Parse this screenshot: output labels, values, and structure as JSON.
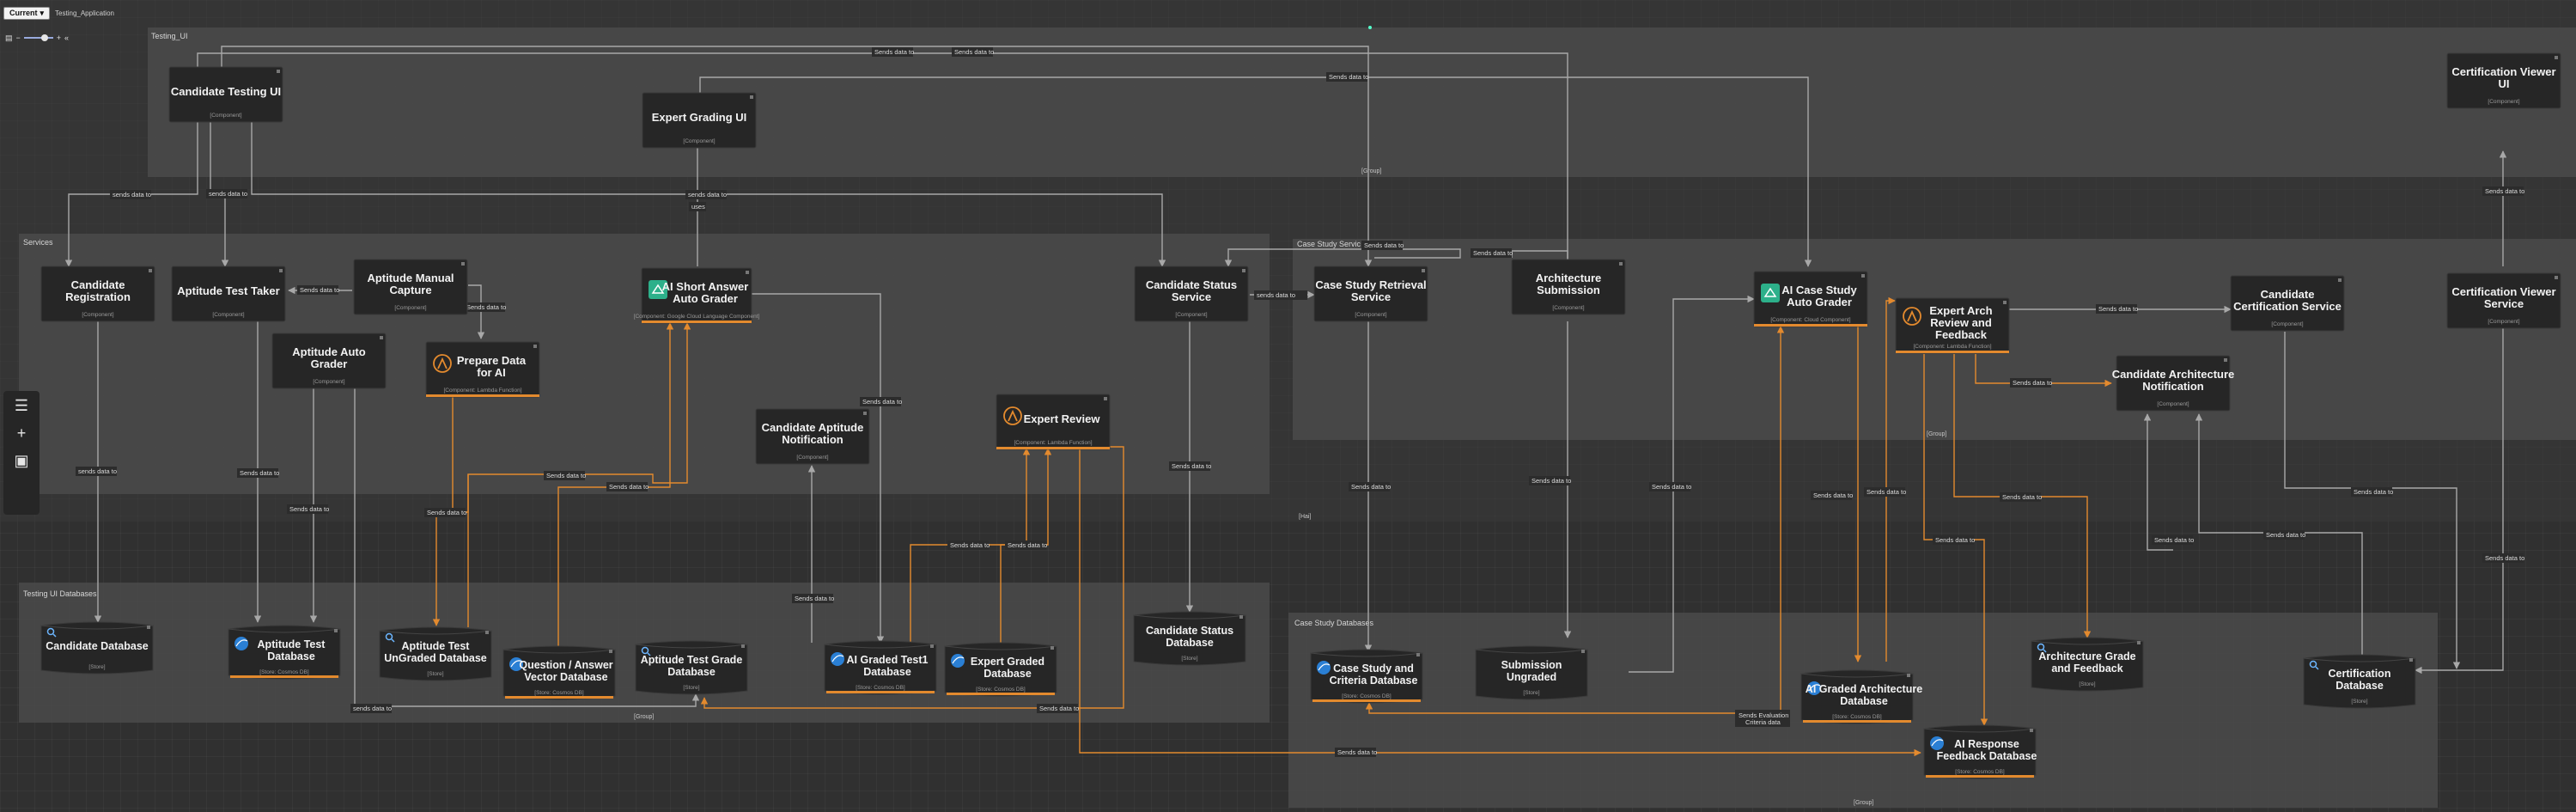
{
  "toolbar": {
    "version_label": "Current",
    "breadcrumb": "Testing_Application",
    "zoom_minus": "−",
    "zoom_plus": "+",
    "zoom_fit": "«"
  },
  "group_label": "[Group]",
  "groups": [
    {
      "id": "testing-ui",
      "title": "Testing_UI",
      "foot": "[Group]"
    },
    {
      "id": "services",
      "title": "Services",
      "foot": ""
    },
    {
      "id": "case-study-service",
      "title": "Case Study Servic",
      "foot": "[Group]"
    },
    {
      "id": "testing-ui-databases",
      "title": "Testing UI Databases",
      "foot": "[Group]"
    },
    {
      "id": "case-study-databases",
      "title": "Case Study Databases",
      "foot": "[Group]"
    },
    {
      "id": "main",
      "title": "",
      "foot": "[Hai]"
    }
  ],
  "nodes": [
    {
      "id": "candidate-testing-ui",
      "title": [
        "Candidate Testing UI"
      ],
      "sub": "[Component]",
      "icon": "none"
    },
    {
      "id": "expert-grading-ui",
      "title": [
        "Expert Grading UI"
      ],
      "sub": "[Component]",
      "icon": "none"
    },
    {
      "id": "certification-viewer-ui",
      "title": [
        "Certification Viewer",
        "UI"
      ],
      "sub": "[Component]",
      "icon": "none"
    },
    {
      "id": "candidate-registration",
      "title": [
        "Candidate",
        "Registration"
      ],
      "sub": "[Component]",
      "icon": "none"
    },
    {
      "id": "aptitude-test-taker",
      "title": [
        "Aptitude Test Taker"
      ],
      "sub": "[Component]",
      "icon": "none"
    },
    {
      "id": "aptitude-manual-capture",
      "title": [
        "Aptitude Manual",
        "Capture"
      ],
      "sub": "[Component]",
      "icon": "none"
    },
    {
      "id": "ai-short-answer-auto-grader",
      "title": [
        "AI Short Answer",
        "Auto Grader"
      ],
      "sub": "[Component: Google Cloud Language Component]",
      "icon": "ai"
    },
    {
      "id": "aptitude-auto-grader",
      "title": [
        "Aptitude Auto",
        "Grader"
      ],
      "sub": "[Component]",
      "icon": "none"
    },
    {
      "id": "prepare-data-for-ai",
      "title": [
        "Prepare  Data",
        "for AI"
      ],
      "sub": "[Component: Lambda Function]",
      "icon": "lambda"
    },
    {
      "id": "candidate-aptitude-notification",
      "title": [
        "Candidate Aptitude",
        "Notification"
      ],
      "sub": "[Component]",
      "icon": "none"
    },
    {
      "id": "expert-review",
      "title": [
        "Expert Review"
      ],
      "sub": "[Component: Lambda Function]",
      "icon": "lambda"
    },
    {
      "id": "candidate-status-service",
      "title": [
        "Candidate Status",
        "Service"
      ],
      "sub": "[Component]",
      "icon": "none"
    },
    {
      "id": "case-study-retrieval-service",
      "title": [
        "Case Study Retrieval",
        "Service"
      ],
      "sub": "[Component]",
      "icon": "none"
    },
    {
      "id": "architecture-submission",
      "title": [
        "Architecture",
        "Submission"
      ],
      "sub": "[Component]",
      "icon": "none"
    },
    {
      "id": "ai-case-study-auto-grader",
      "title": [
        "AI Case Study",
        "Auto Grader"
      ],
      "sub": "[Component: Cloud Component]",
      "icon": "ai"
    },
    {
      "id": "expert-arch-review-and-feedback",
      "title": [
        "Expert  Arch",
        "Review and",
        "Feedback"
      ],
      "sub": "[Component: Lambda Function]",
      "icon": "lambda"
    },
    {
      "id": "candidate-certification-service",
      "title": [
        "Candidate",
        "Certification Service"
      ],
      "sub": "[Component]",
      "icon": "none"
    },
    {
      "id": "candidate-architecture-notification",
      "title": [
        "Candidate Architecture",
        "Notification"
      ],
      "sub": "[Component]",
      "icon": "none"
    },
    {
      "id": "certification-viewer-service",
      "title": [
        "Certification Viewer",
        "Service"
      ],
      "sub": "[Component]",
      "icon": "none"
    }
  ],
  "databases": [
    {
      "id": "candidate-database",
      "title": [
        "Candidate Database"
      ],
      "sub": "[Store]",
      "icon": "search"
    },
    {
      "id": "aptitude-test-database",
      "title": [
        "Aptitude Test",
        "Database"
      ],
      "sub": "[Store: Cosmos DB]",
      "icon": "cosmos"
    },
    {
      "id": "aptitude-test-ungraded-database",
      "title": [
        "Aptitude Test",
        "UnGraded Database"
      ],
      "sub": "[Store]",
      "icon": "search"
    },
    {
      "id": "question-answer-vector-database",
      "title": [
        "Question / Answer",
        "Vector Database"
      ],
      "sub": "[Store: Cosmos DB]",
      "icon": "cosmos"
    },
    {
      "id": "aptitude-test-grade-database",
      "title": [
        "Aptitude Test Grade",
        "Database"
      ],
      "sub": "[Store]",
      "icon": "search"
    },
    {
      "id": "ai-graded-test1-database",
      "title": [
        "AI Graded Test1",
        "Database"
      ],
      "sub": "[Store: Cosmos DB]",
      "icon": "cosmos"
    },
    {
      "id": "expert-graded-database",
      "title": [
        "Expert Graded",
        "Database"
      ],
      "sub": "[Store: Cosmos DB]",
      "icon": "cosmos"
    },
    {
      "id": "candidate-status-database",
      "title": [
        "Candidate Status",
        "Database"
      ],
      "sub": "[Store]",
      "icon": "none"
    },
    {
      "id": "case-study-and-criteria-database",
      "title": [
        "Case Study and",
        "Criteria Database"
      ],
      "sub": "[Store: Cosmos DB]",
      "icon": "cosmos"
    },
    {
      "id": "submission-ungraded",
      "title": [
        "Submission",
        "Ungraded"
      ],
      "sub": "[Store]",
      "icon": "none"
    },
    {
      "id": "ai-graded-architecture-database",
      "title": [
        "AI Graded Architecture",
        "Database"
      ],
      "sub": "[Store: Cosmos DB]",
      "icon": "cosmos"
    },
    {
      "id": "architecture-grade-and-feedback",
      "title": [
        "Architecture Grade",
        "and Feedback"
      ],
      "sub": "[Store]",
      "icon": "search"
    },
    {
      "id": "ai-response-feedback-database",
      "title": [
        "AI Response",
        "Feedback Database"
      ],
      "sub": "[Store: Cosmos DB]",
      "icon": "cosmos"
    },
    {
      "id": "certification-database",
      "title": [
        "Certification",
        "Database"
      ],
      "sub": "[Store]",
      "icon": "search"
    }
  ],
  "edge_labels": {
    "sends_data_to": "Sends data to",
    "sends_data_to_lc": "sends data to",
    "uses": "uses",
    "sends_eval": [
      "Sends Evaluation",
      "Criteria data"
    ]
  },
  "colors": {
    "background": "#303030",
    "group": "#4a4a4a",
    "node": "#262626",
    "orange_edge": "#e38a2e",
    "gray_edge": "#a8a8a8",
    "ai_icon": "#2db08a",
    "cosmos_icon": "#2a7fd4",
    "lambda_icon": "#e38a2e"
  },
  "icons": {
    "left_toolbar": [
      "layers-icon",
      "plus-icon",
      "image-icon"
    ]
  }
}
